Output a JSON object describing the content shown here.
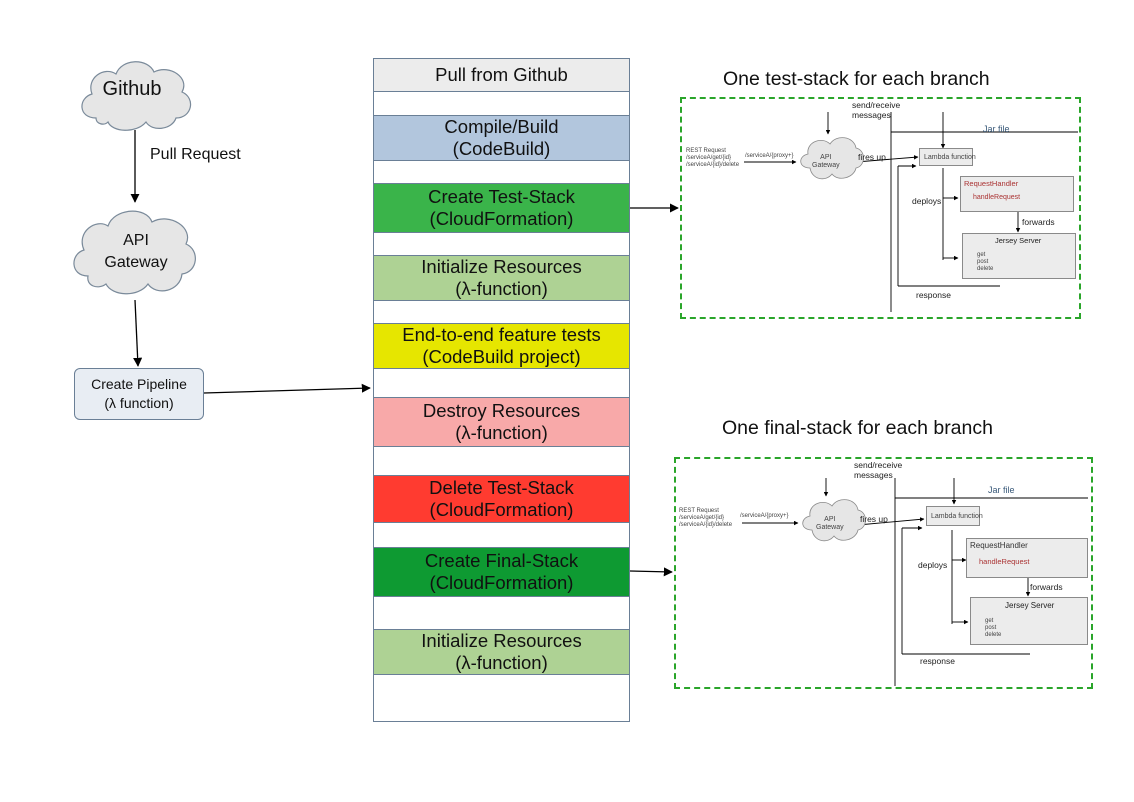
{
  "left_flow": {
    "github": "Github",
    "pull_request": "Pull Request",
    "api_gateway": [
      "API",
      "Gateway"
    ],
    "create_pipeline": [
      "Create Pipeline",
      "(λ function)"
    ]
  },
  "pipeline": {
    "header": "Pull from Github",
    "stages": [
      {
        "line1": "Compile/Build",
        "line2": "(CodeBuild)",
        "color": "#b2c6dd"
      },
      {
        "line1": "Create Test-Stack",
        "line2": "(CloudFormation)",
        "color": "#3ab44a"
      },
      {
        "line1": "Initialize Resources",
        "line2": "(λ-function)",
        "color": "#aed294"
      },
      {
        "line1": "End-to-end feature tests",
        "line2": "(CodeBuild project)",
        "color": "#e6e600"
      },
      {
        "line1": "Destroy Resources",
        "line2": "(λ-function)",
        "color": "#f8a9a9"
      },
      {
        "line1": "Delete Test-Stack",
        "line2": "(CloudFormation)",
        "color": "#ff3b30"
      },
      {
        "line1": "Create Final-Stack",
        "line2": "(CloudFormation)",
        "color": "#0e9a32"
      },
      {
        "line1": "Initialize Resources",
        "line2": "(λ-function)",
        "color": "#aed294"
      }
    ]
  },
  "test_stack": {
    "title": "One test-stack for each branch",
    "send_receive": [
      "send/receive",
      "messages"
    ],
    "rest_request": [
      "REST Request",
      "/serviceA/get/{id}",
      "/serviceA/{id}/delete"
    ],
    "service_proxy": "/serviceA/{proxy+}",
    "api_gateway": [
      "API",
      "Gateway"
    ],
    "fires_up": "fires up",
    "jar_file": "Jar file",
    "lambda_function": "Lambda function",
    "deploys": "deploys",
    "request_handler": "RequestHandler",
    "handle_request": "handleRequest",
    "forwards": "forwards",
    "jersey_server": "Jersey Server",
    "methods": [
      "get",
      "post",
      "delete"
    ],
    "response": "response"
  },
  "final_stack": {
    "title": "One final-stack for each branch",
    "send_receive": [
      "send/receive",
      "messages"
    ],
    "rest_request": [
      "REST Request",
      "/serviceA/get/{id}",
      "/serviceA/{id}/delete"
    ],
    "service_proxy": "/serviceA/{proxy+}",
    "api_gateway": [
      "API",
      "Gateway"
    ],
    "fires_up": "fires up",
    "jar_file": "Jar file",
    "lambda_function": "Lambda function",
    "deploys": "deploys",
    "request_handler": "RequestHandler",
    "handle_request": "handleRequest",
    "forwards": "forwards",
    "jersey_server": "Jersey Server",
    "methods": [
      "get",
      "post",
      "delete"
    ],
    "response": "response"
  },
  "colors": {
    "header_fill": "#ececec",
    "dash_border": "#2aa52a",
    "cloud_fill": "#e6e6e6"
  }
}
